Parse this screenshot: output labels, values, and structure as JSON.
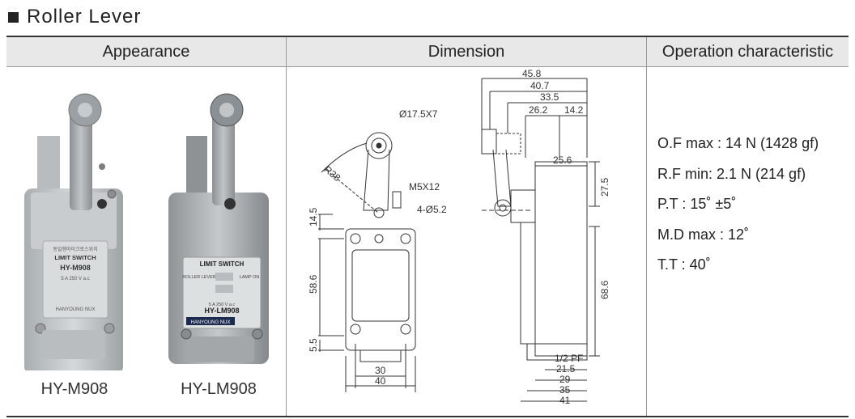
{
  "section_title": "Roller Lever",
  "headers": {
    "appearance": "Appearance",
    "dimension": "Dimension",
    "operation": "Operation characteristic"
  },
  "products": [
    {
      "model": "HY-M908",
      "label_lines": [
        "동일형마이크로스위치",
        "LIMIT SWITCH",
        "HY-M908",
        "5 A 250 V a.c",
        "HANYOUNG NUX"
      ]
    },
    {
      "model": "HY-LM908",
      "label_lines": [
        "LIMIT SWITCH",
        "ROLLER LEVER",
        "LAMP ON",
        "HY-LM908",
        "5 A 250 V a.c",
        "HANYOUNG NUX"
      ]
    }
  ],
  "dimension": {
    "front": {
      "roller": "Ø17.5X7",
      "radius": "R38",
      "screw": "M5X12",
      "holes": "4-Ø5.2",
      "h1": "14.5",
      "h2": "58.6",
      "h3": "5.5",
      "w1": "30",
      "w2": "40"
    },
    "side": {
      "d458": "45.8",
      "d407": "40.7",
      "d335": "33.5",
      "d262": "26.2",
      "d142": "14.2",
      "d256": "25.6",
      "d275": "27.5",
      "d686": "68.6",
      "pf": "1/2 PF",
      "d215": "21.5",
      "d29": "29",
      "d35": "35",
      "d41": "41"
    }
  },
  "operation": [
    "O.F max : 14 N (1428 gf)",
    "R.F min: 2.1 N (214 gf)",
    "P.T : 15˚ ±5˚",
    "M.D max : 12˚",
    "T.T : 40˚"
  ]
}
